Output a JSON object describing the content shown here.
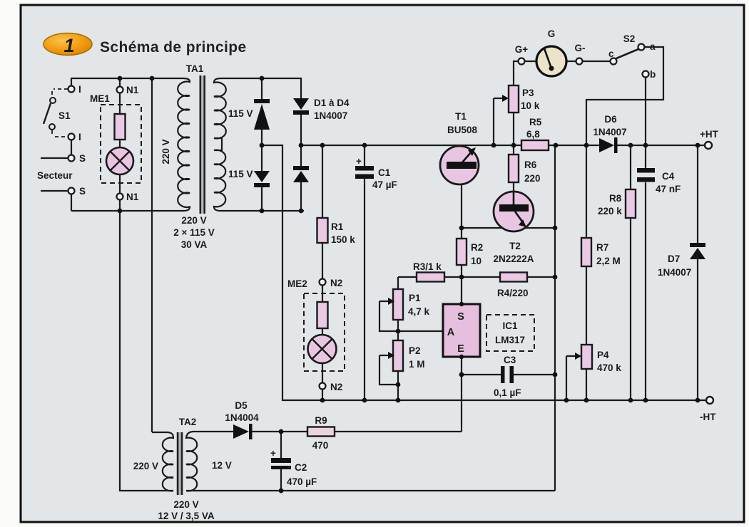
{
  "title": {
    "badge": "1",
    "text": "Schéma de principe"
  },
  "colors": {
    "paper": "#e2e6e9",
    "wire": "#1a1a1a",
    "component_fill": "#eac9e4",
    "ic_fill": "#e6bede",
    "meter_fill": "#ebe3ca",
    "badge_orange": "#f39c0e"
  },
  "labels": {
    "ta1": "TA1",
    "ta1_primary": "220 V",
    "ta1_sec1": "115 V",
    "ta1_sec2": "115 V",
    "ta1_spec1": "220 V",
    "ta1_spec2": "2 × 115 V",
    "ta1_spec3": "30 VA",
    "s1": "S1",
    "i_top": "I",
    "i_mid": "I",
    "s_mid": "S",
    "secteur": "Secteur",
    "s_bot": "S",
    "me1": "ME1",
    "n1_top": "N1",
    "n1_bot": "N1",
    "bridge_line1": "D1 à D4",
    "bridge_line2": "1N4007",
    "c1": "C1",
    "c1_val": "47 µF",
    "c1_plus": "+",
    "r1": "R1",
    "r1_val": "150 k",
    "me2": "ME2",
    "n2_top": "N2",
    "n2_bot": "N2",
    "t1": "T1",
    "t1_type": "BU508",
    "t2": "T2",
    "t2_type": "2N2222A",
    "r2": "R2",
    "r2_val": "10",
    "r3": "R3/1 k",
    "r4": "R4/220",
    "p1": "P1",
    "p1_val": "4,7 k",
    "p2": "P2",
    "p2_val": "1 M",
    "ic1": "IC1",
    "ic1_type": "LM317",
    "pin_s": "S",
    "pin_a": "A",
    "pin_e": "E",
    "c3": "C3",
    "c3_val": "0,1 µF",
    "p3": "P3",
    "p3_val": "10 k",
    "r5": "R5",
    "r5_val": "6,8",
    "r6": "R6",
    "r6_val": "220",
    "g": "G",
    "g_plus": "G+",
    "g_minus": "G-",
    "s2": "S2",
    "s2_a": "a",
    "s2_b": "b",
    "s2_c": "c",
    "d6": "D6",
    "d6_type": "1N4007",
    "ht_plus": "+HT",
    "ht_minus": "-HT",
    "c4": "C4",
    "c4_val": "47 nF",
    "r8": "R8",
    "r8_val": "220 k",
    "r7": "R7",
    "r7_val": "2,2 M",
    "d7": "D7",
    "d7_type": "1N4007",
    "p4": "P4",
    "p4_val": "470 k",
    "ta2": "TA2",
    "ta2_primary": "220 V",
    "ta2_sec": "12 V",
    "ta2_spec1": "220 V",
    "ta2_spec2": "12 V / 3,5 VA",
    "d5": "D5",
    "d5_type": "1N4004",
    "r9": "R9",
    "r9_val": "470",
    "c2": "C2",
    "c2_val": "470 µF",
    "c2_plus": "+"
  }
}
